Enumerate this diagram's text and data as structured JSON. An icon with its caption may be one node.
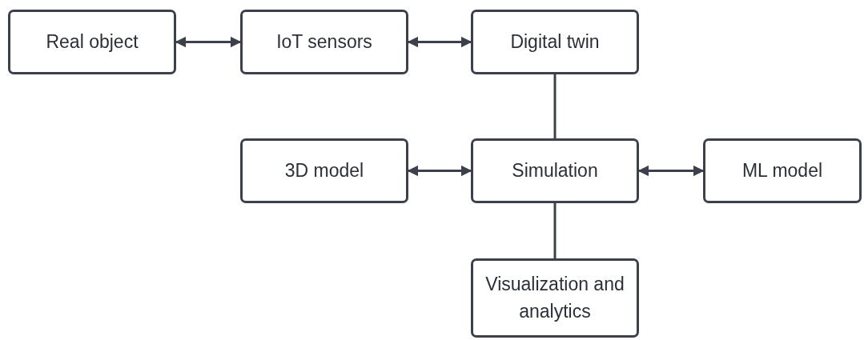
{
  "diagram": {
    "nodes": [
      {
        "text": [
          "Real object"
        ]
      },
      {
        "text": [
          "IoT sensors"
        ]
      },
      {
        "text": [
          "Digital twin"
        ]
      },
      {
        "text": [
          "3D model"
        ]
      },
      {
        "text": [
          "Simulation"
        ]
      },
      {
        "text": [
          "ML model"
        ]
      },
      {
        "text": [
          "Visualization and analytics"
        ]
      }
    ],
    "edges": [
      {
        "from": 0,
        "to": 1,
        "arrow": "both"
      },
      {
        "from": 1,
        "to": 2,
        "arrow": "both"
      },
      {
        "from": 2,
        "to": 4,
        "arrow": "none"
      },
      {
        "from": 3,
        "to": 4,
        "arrow": "both"
      },
      {
        "from": 4,
        "to": 5,
        "arrow": "both"
      },
      {
        "from": 4,
        "to": 6,
        "arrow": "none"
      }
    ]
  }
}
